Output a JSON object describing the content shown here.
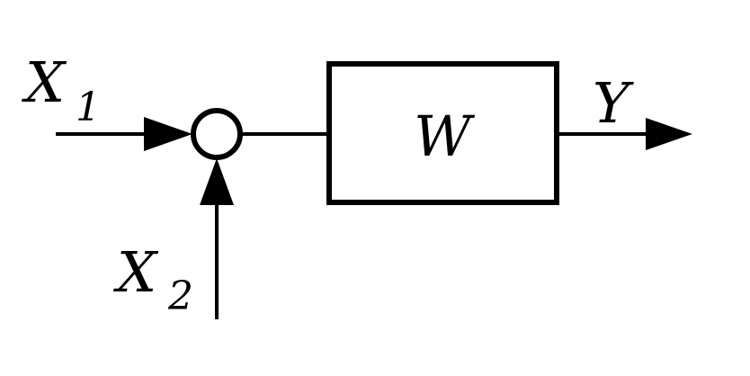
{
  "diagram": {
    "inputs": [
      {
        "symbol": "X",
        "subscript": "1"
      },
      {
        "symbol": "X",
        "subscript": "2"
      }
    ],
    "block": {
      "label": "W"
    },
    "output": {
      "label": "Y"
    },
    "colors": {
      "stroke": "#000000",
      "background": "#ffffff"
    }
  }
}
